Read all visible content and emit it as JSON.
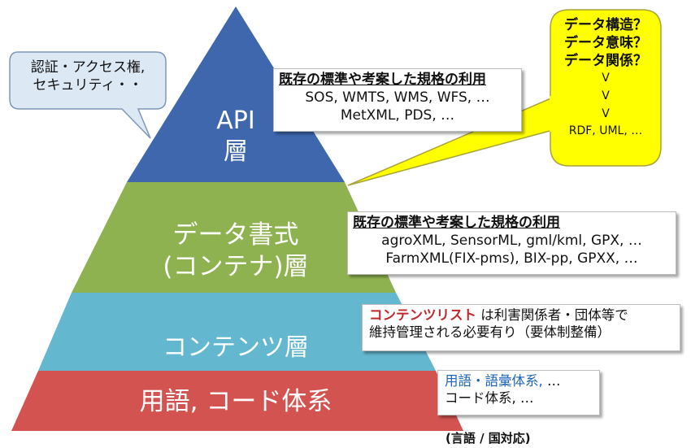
{
  "colors": {
    "api_layer": "#3e67ae",
    "data_format_layer": "#8fb250",
    "contents_layer": "#63b7cf",
    "vocab_layer": "#d35351",
    "accent_red": "#c0272d",
    "accent_blue": "#1f64b5",
    "bubble_yellow": "#ffff00"
  },
  "layers": {
    "api": {
      "line1": "API",
      "line2": "層"
    },
    "data_format": {
      "line1": "データ書式",
      "line2": "(コンテナ)層"
    },
    "contents": {
      "label": "コンテンツ層"
    },
    "vocab": {
      "label": "用語, コード体系"
    }
  },
  "security_callout": {
    "line1": "認証・アクセス権,",
    "line2": "セキュリティ・・"
  },
  "data_bubble": {
    "line1": "データ構造？",
    "line2": "データ意味？",
    "line3": "データ関係？",
    "v1": "V",
    "v2": "V",
    "v3": "V",
    "last": "RDF, UML, …"
  },
  "api_box": {
    "heading": "既存の標準や考案した規格の利用",
    "line1": "SOS, WMTS, WMS, WFS, …",
    "line2": "MetXML, PDS, …"
  },
  "format_box": {
    "heading": "既存の標準や考案した規格の利用",
    "line1": "agroXML, SensorML, gml/kml, GPX, …",
    "line2": "FarmXML(FIX-pms), BIX-pp, GPXX, …"
  },
  "contents_box": {
    "highlight": "コンテンツリスト",
    "rest1": " は利害関係者・団体等で",
    "line2": "維持管理される必要有り（要体制整備）"
  },
  "vocab_box": {
    "highlight": "用語・語彙体系,",
    "rest1": " …",
    "line2": "コード体系, …"
  },
  "footer_note": "(言語 / 国対応)"
}
